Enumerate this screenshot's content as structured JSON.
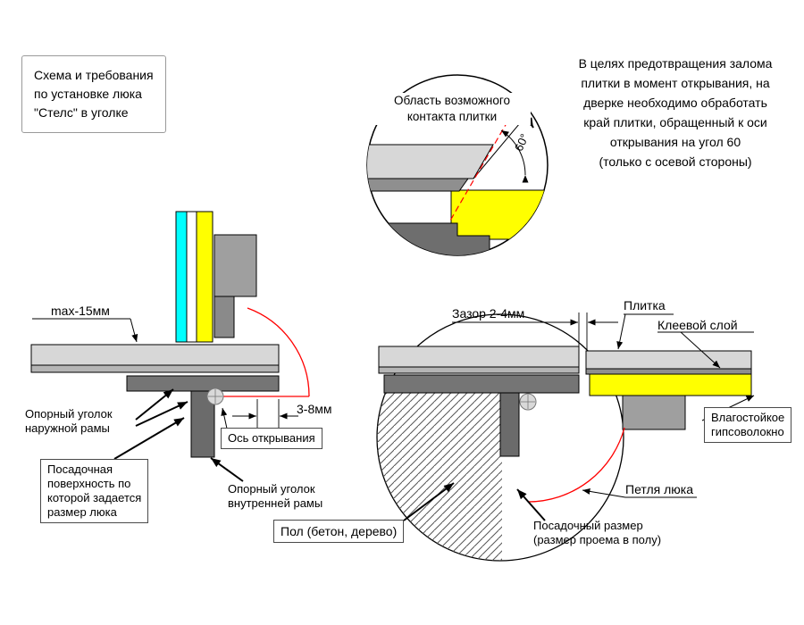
{
  "colors": {
    "tile": "#d7d7d7",
    "understrip": "#b5b5b5",
    "adhesive": "#8f8f8f",
    "angle_dark": "#757575",
    "post": "#6b6b6b",
    "hinge": "#9f9f9f",
    "dark_block": "#6e6e6e",
    "yellow": "#ffff00",
    "cyan": "#00ffff",
    "red": "#ff0000"
  },
  "intro_box": {
    "lines": [
      "Схема и требования",
      "по установке люка",
      "\"Стелс\" в уголке"
    ]
  },
  "note": {
    "lines": [
      "В целях предотвращения залома",
      "плитки в момент открывания, на",
      "дверке необходимо обработать",
      "край плитки, обращенный к оси",
      "открывания на угол 60",
      "(только с осевой стороны)"
    ]
  },
  "detail": {
    "label": {
      "lines": [
        "Область возможного",
        "контакта плитки"
      ]
    },
    "angle_value": "60°"
  },
  "left": {
    "max_dim": "max-15мм",
    "gap_dim": "3-8мм",
    "axis": "Ось открывания",
    "outer_angle": {
      "lines": [
        "Опорный уголок",
        "наружной рамы"
      ]
    },
    "seat": {
      "lines": [
        "Посадочная",
        "поверхность по",
        "которой задается",
        "размер люка"
      ]
    },
    "inner_angle": {
      "lines": [
        "Опорный уголок",
        "внутренней рамы"
      ]
    }
  },
  "right": {
    "gap": "Зазор 2-4мм",
    "tile": "Плитка",
    "glue": "Клеевой слой",
    "gypsum": {
      "lines": [
        "Влагостойкое",
        "гипсоволокно"
      ]
    },
    "hinge": "Петля люка",
    "floor": "Пол (бетон, дерево)",
    "seat_size": {
      "lines": [
        "Посадочный размер",
        "(размер проема в полу)"
      ]
    }
  }
}
